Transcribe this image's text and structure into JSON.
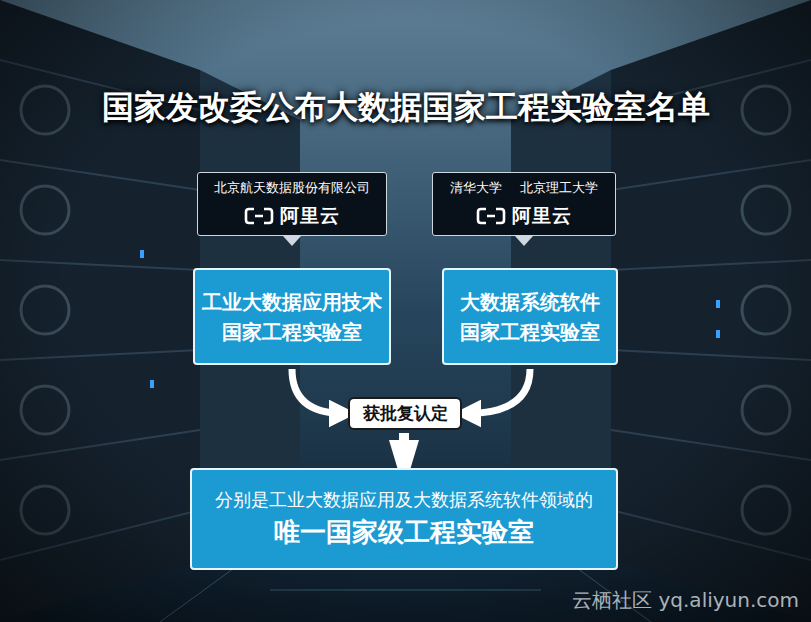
{
  "diagram": {
    "title": "国家发改委公布大数据国家工程实验室名单",
    "nodes": [
      {
        "text": [
          "北京航天数据股份有限公司",
          "阿里云"
        ]
      },
      {
        "text": [
          "清华大学",
          "北京理工大学",
          "阿里云"
        ]
      },
      {
        "text": [
          "工业大数据应用技术 国家工程实验室"
        ]
      },
      {
        "text": [
          "大数据系统软件 国家工程实验室"
        ]
      },
      {
        "text": [
          "获批复认定"
        ]
      },
      {
        "text": [
          "分别是工业大数据应用及大数据系统软件领域的",
          "唯一国家级工程实验室"
        ]
      }
    ],
    "edges": [
      {
        "from": 2,
        "to": 4,
        "arrow": "to"
      },
      {
        "from": 3,
        "to": 4,
        "arrow": "to"
      },
      {
        "from": 4,
        "to": 5,
        "arrow": "to"
      }
    ],
    "labels": [
      "云栖社区 yq.aliyun.com"
    ]
  }
}
